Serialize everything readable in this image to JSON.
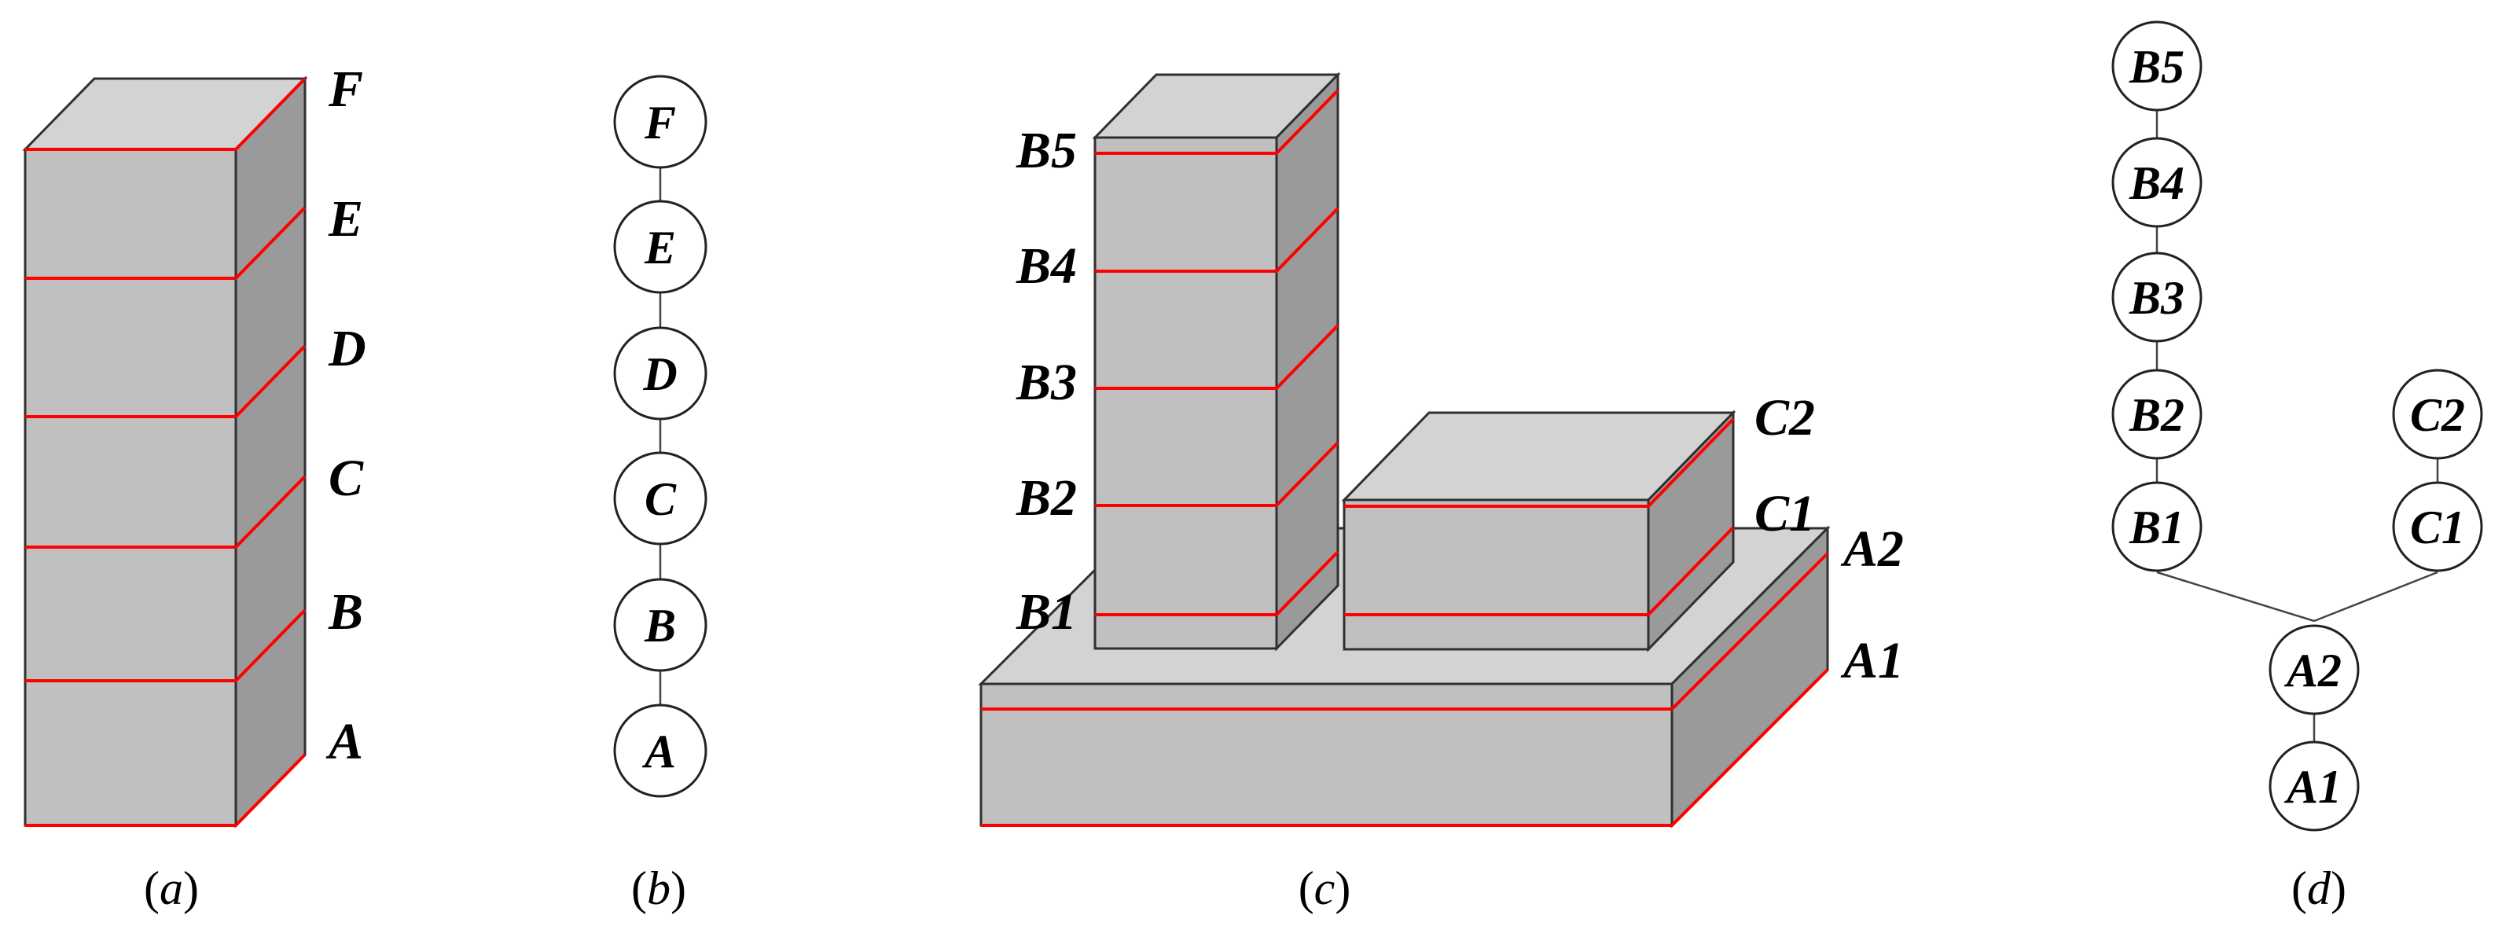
{
  "panels": {
    "a": {
      "caption_open": "(",
      "caption_letter": "a",
      "caption_close": ")",
      "floor_labels": [
        "A",
        "B",
        "C",
        "D",
        "E",
        "F"
      ]
    },
    "b": {
      "caption_open": "(",
      "caption_letter": "b",
      "caption_close": ")",
      "nodes": [
        "A",
        "B",
        "C",
        "D",
        "E",
        "F"
      ]
    },
    "c": {
      "caption_open": "(",
      "caption_letter": "c",
      "caption_close": ")",
      "tower_labels": [
        "B1",
        "B2",
        "B3",
        "B4",
        "B5"
      ],
      "block_labels": [
        "C1",
        "C2"
      ],
      "base_labels": [
        "A1",
        "A2"
      ]
    },
    "d": {
      "caption_open": "(",
      "caption_letter": "d",
      "caption_close": ")",
      "nodes": {
        "B5": "B5",
        "B4": "B4",
        "B3": "B3",
        "B2": "B2",
        "B1": "B1",
        "C2": "C2",
        "C1": "C1",
        "A2": "A2",
        "A1": "A1"
      }
    }
  },
  "colors": {
    "floor_line": "#ff0000",
    "front_face": "#c0c0c0",
    "top_face": "#d3d3d3",
    "side_face": "#9a9a9a"
  }
}
